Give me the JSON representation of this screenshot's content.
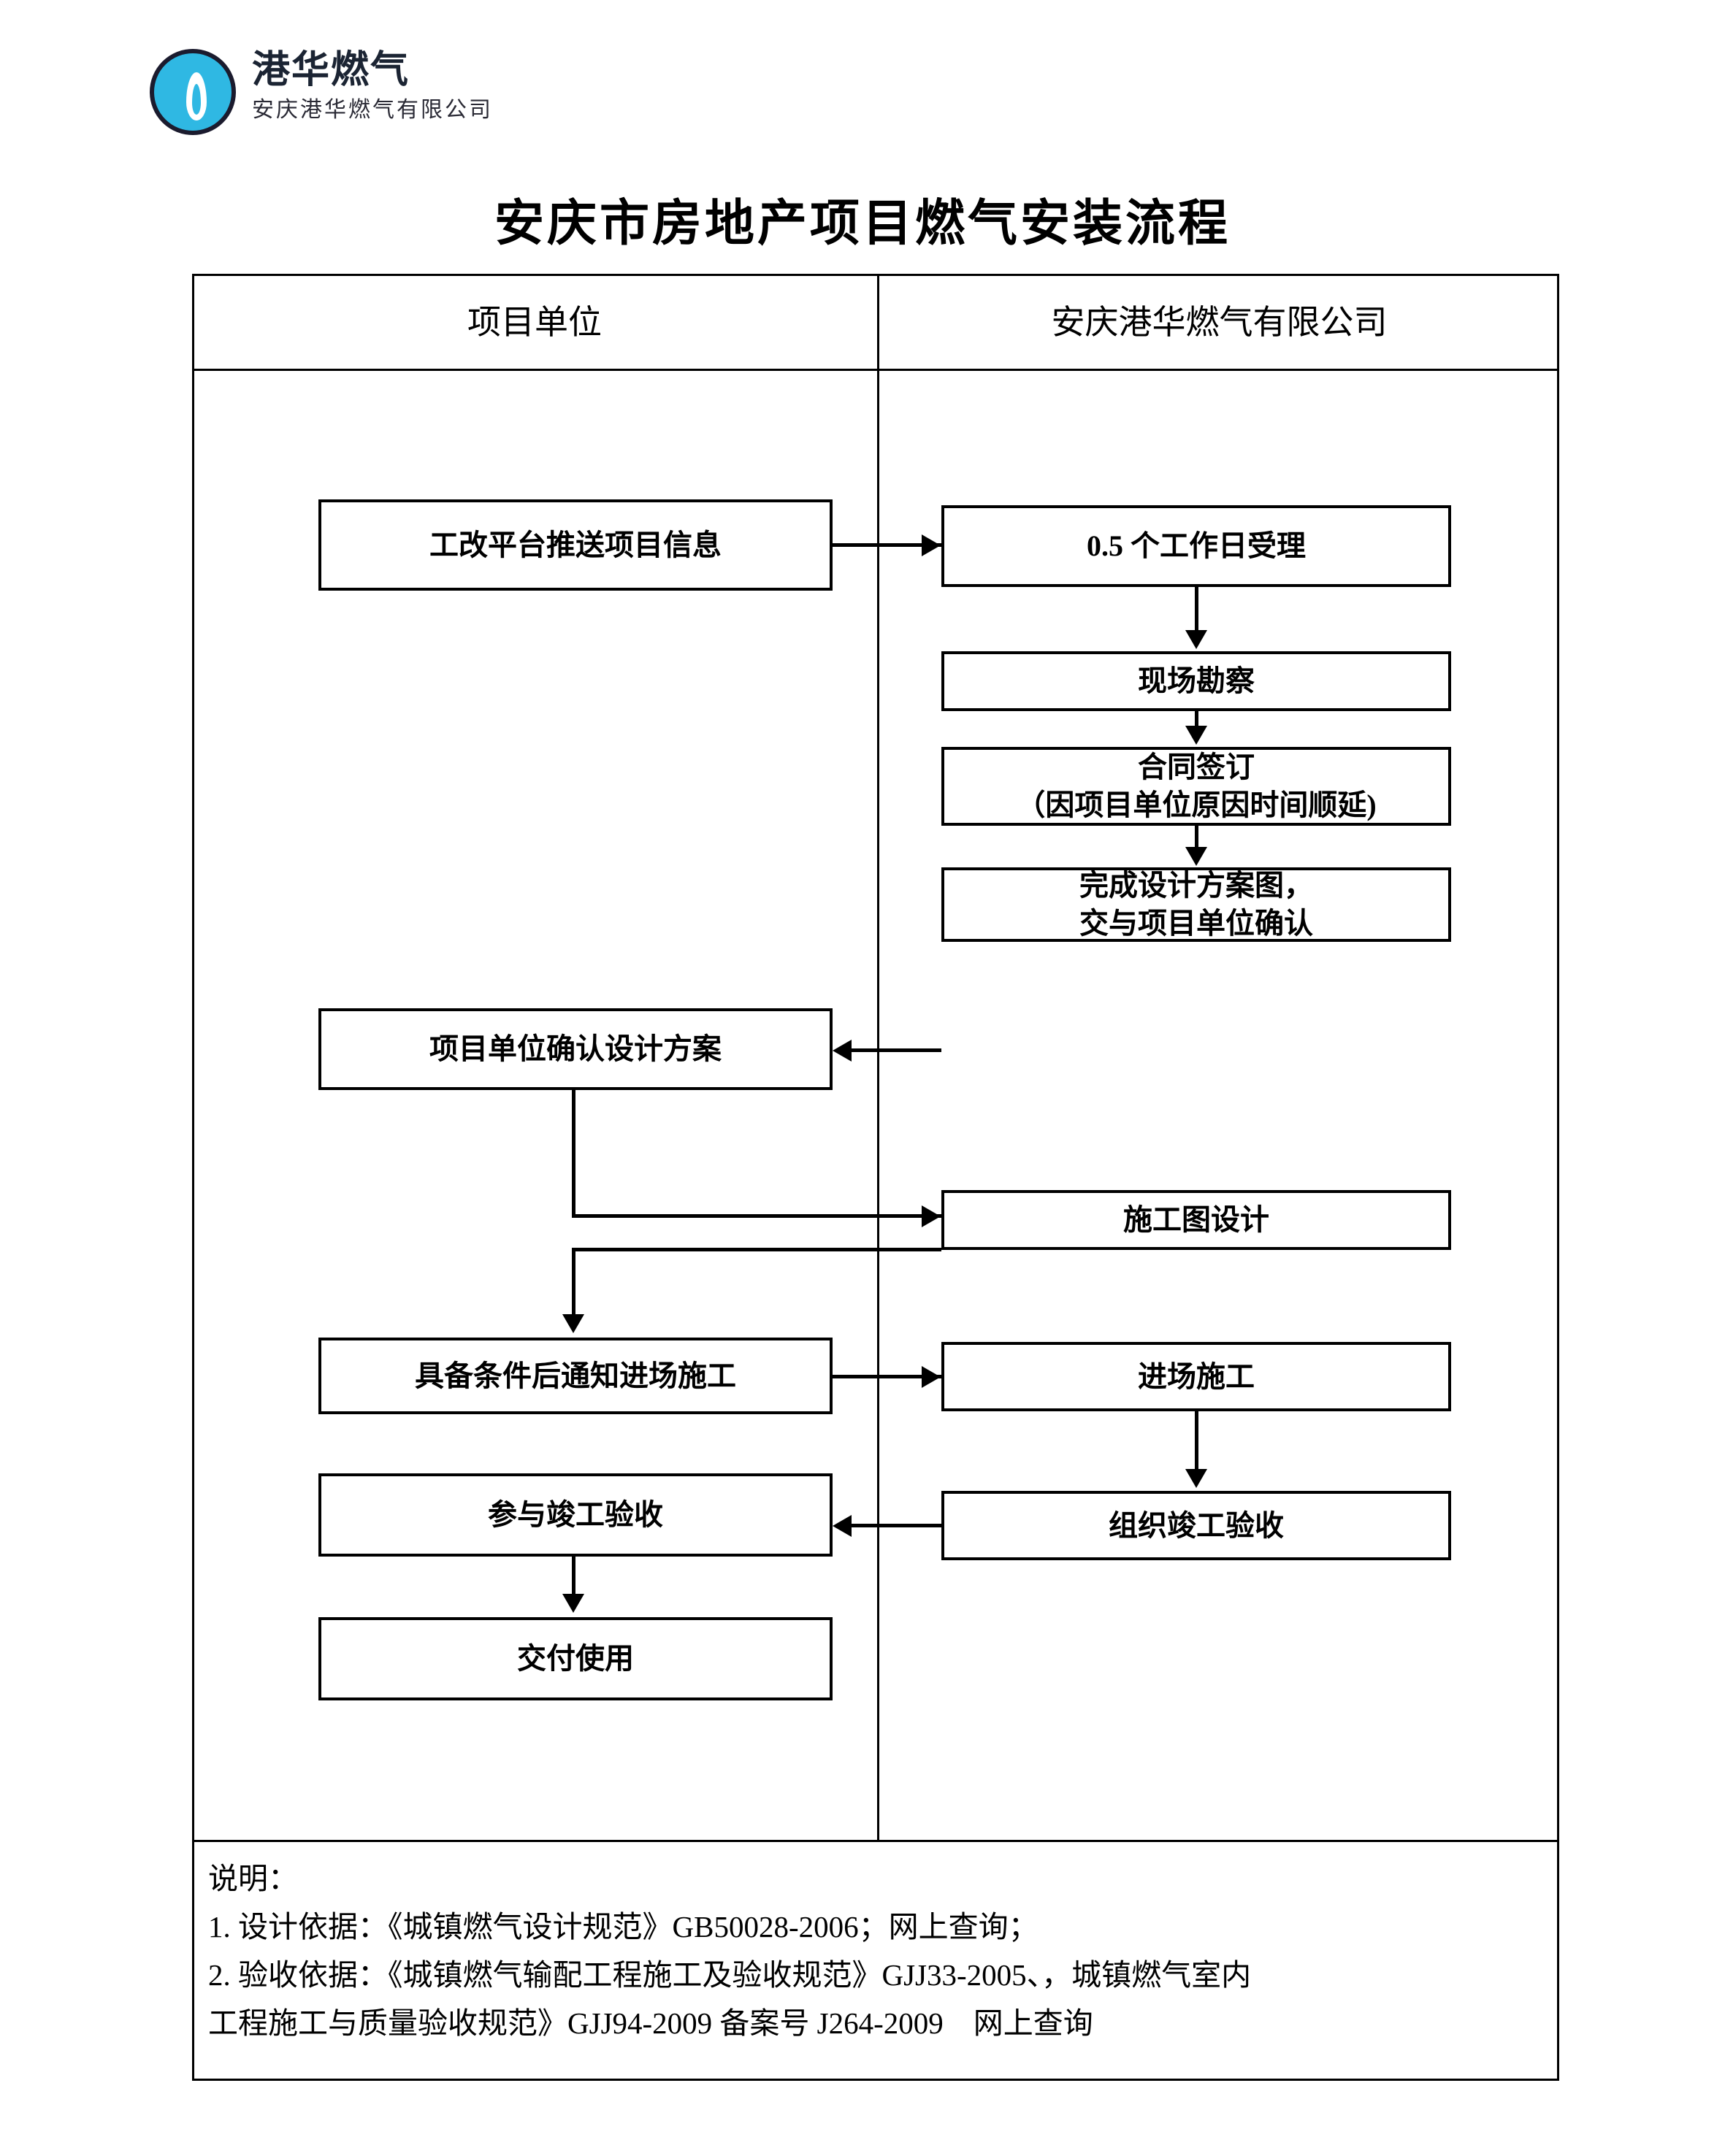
{
  "logo": {
    "brand": "港华燃气",
    "company": "安庆港华燃气有限公司",
    "mark_color": "#2fb8e3",
    "icon": "gas-flame-circle-icon"
  },
  "title": "安庆市房地产项目燃气安装流程",
  "columns": {
    "left_header": "项目单位",
    "right_header": "安庆港华燃气有限公司"
  },
  "flow": {
    "left": [
      {
        "id": "push-info",
        "label": "工改平台推送项目信息"
      },
      {
        "id": "confirm-design",
        "label": "项目单位确认设计方案"
      },
      {
        "id": "notify-entry",
        "label": "具备条件后通知进场施工"
      },
      {
        "id": "join-accept",
        "label": "参与竣工验收"
      },
      {
        "id": "deliver",
        "label": "交付使用"
      }
    ],
    "right": [
      {
        "id": "accept-halfday",
        "label": "0.5 个工作日受理"
      },
      {
        "id": "site-survey",
        "label": "现场勘察"
      },
      {
        "id": "sign-contract",
        "line1": "合同签订",
        "line2": "（因项目单位原因时间顺延)"
      },
      {
        "id": "design-plan",
        "line1": "完成设计方案图，",
        "line2": "交与项目单位确认"
      },
      {
        "id": "shop-drawing",
        "label": "施工图设计"
      },
      {
        "id": "enter-site",
        "label": "进场施工"
      },
      {
        "id": "organize-accept",
        "label": "组织竣工验收"
      }
    ]
  },
  "notes": {
    "heading": "说明：",
    "line1": "1. 设计依据：《城镇燃气设计规范》GB50028-2006；网上查询；",
    "line2": "2. 验收依据：《城镇燃气输配工程施工及验收规范》GJJ33-2005、，城镇燃气室内",
    "line3": "工程施工与质量验收规范》GJJ94-2009 备案号 J264-2009　网上查询"
  }
}
